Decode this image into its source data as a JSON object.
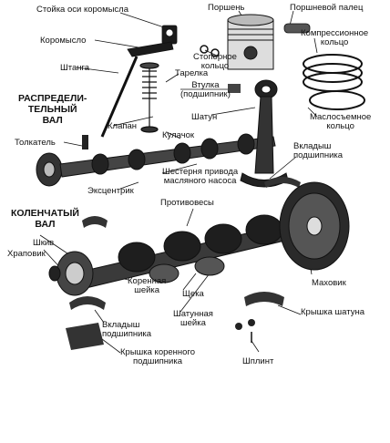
{
  "headings": {
    "camshaft_line1": "РАСПРЕДЕЛИ-",
    "camshaft_line2": "ТЕЛЬНЫЙ",
    "camshaft_line3": "ВАЛ",
    "crankshaft_line1": "КОЛЕНЧАТЫЙ",
    "crankshaft_line2": "ВАЛ"
  },
  "labels": {
    "rocker_axle_post": "Стойка оси коромысла",
    "piston": "Поршень",
    "piston_pin": "Поршневой палец",
    "rocker_arm": "Коромысло",
    "retaining_ring": "Стопорное",
    "retaining_ring_2": "кольцо",
    "compression_ring": "Компрессионное",
    "compression_ring_2": "кольцо",
    "push_rod": "Штанга",
    "valve_plate": "Тарелка",
    "bushing": "Втулка",
    "bushing_2": "(подшипник)",
    "connecting_rod": "Шатун",
    "oil_ring": "Маслосъемное",
    "oil_ring_2": "кольцо",
    "valve": "Клапан",
    "cam": "Кулачок",
    "tappet": "Толкатель",
    "bearing_shell_top": "Вкладыш",
    "bearing_shell_top_2": "подшипника",
    "oil_pump_gear": "Шестерня привода",
    "oil_pump_gear_2": "масляного насоса",
    "eccentric": "Эксцентрик",
    "counterweights": "Противовесы",
    "pulley": "Шкив",
    "ratchet": "Храповик",
    "flywheel": "Маховик",
    "main_journal": "Коренная",
    "main_journal_2": "шейка",
    "cheek": "Щека",
    "rod_cap": "Крышка шатуна",
    "rod_journal": "Шатунная",
    "rod_journal_2": "шейка",
    "bearing_shell_bottom": "Вкладыш",
    "bearing_shell_bottom_2": "подшипника",
    "main_bearing_cap": "Крышка коренного",
    "main_bearing_cap_2": "подшипника",
    "cotter_pin": "Шплинт"
  }
}
